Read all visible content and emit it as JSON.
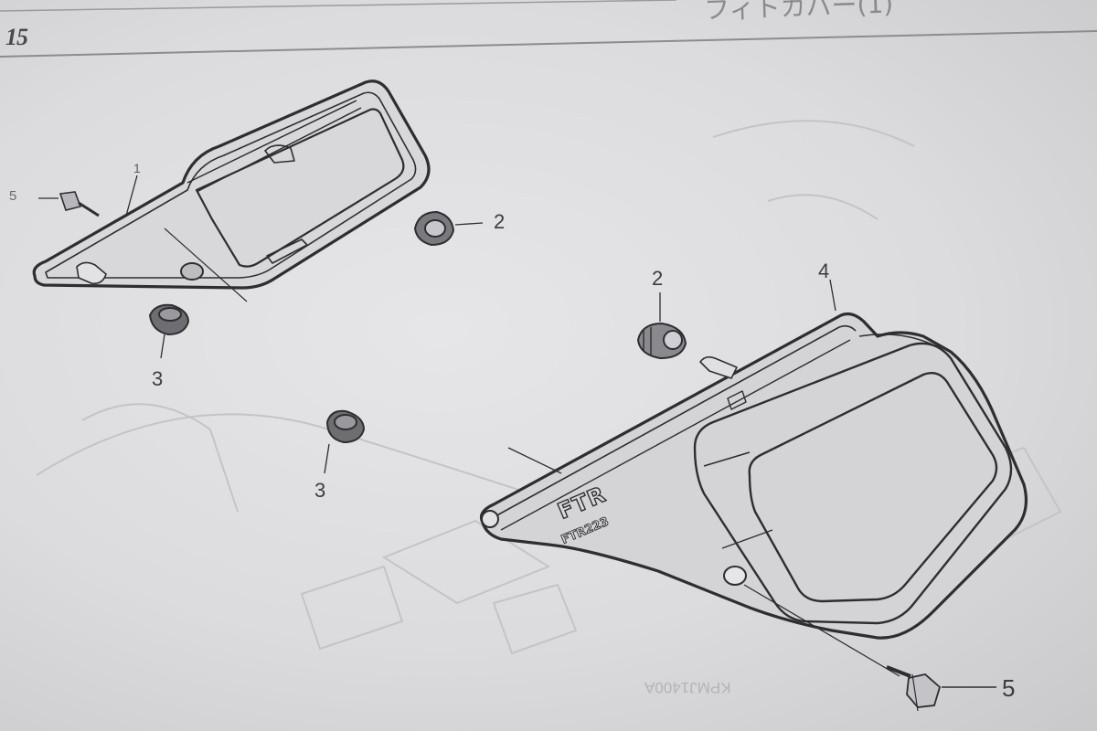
{
  "header": {
    "page_number": "15",
    "section_title_partial": "フィトカバー(1)"
  },
  "diagram": {
    "parts": [
      {
        "ref": "1",
        "name": "left side cover"
      },
      {
        "ref": "2",
        "name": "grommet"
      },
      {
        "ref": "3",
        "name": "cushion"
      },
      {
        "ref": "4",
        "name": "right side cover"
      },
      {
        "ref": "5",
        "name": "bolt"
      }
    ],
    "callouts": {
      "c2_top": "2",
      "c2_mid": "2",
      "c3_left": "3",
      "c3_mid": "3",
      "c4": "4",
      "c5_bottom": "5",
      "c5_left": "5",
      "c1_small": "1"
    },
    "emblem": {
      "line1": "FTR",
      "line2": "FTR223"
    },
    "ghost_code": "KPMJ1400A"
  },
  "colors": {
    "paper": "#dcdcde",
    "ink": "#2e2e32",
    "faint": "#b8b8bc"
  }
}
